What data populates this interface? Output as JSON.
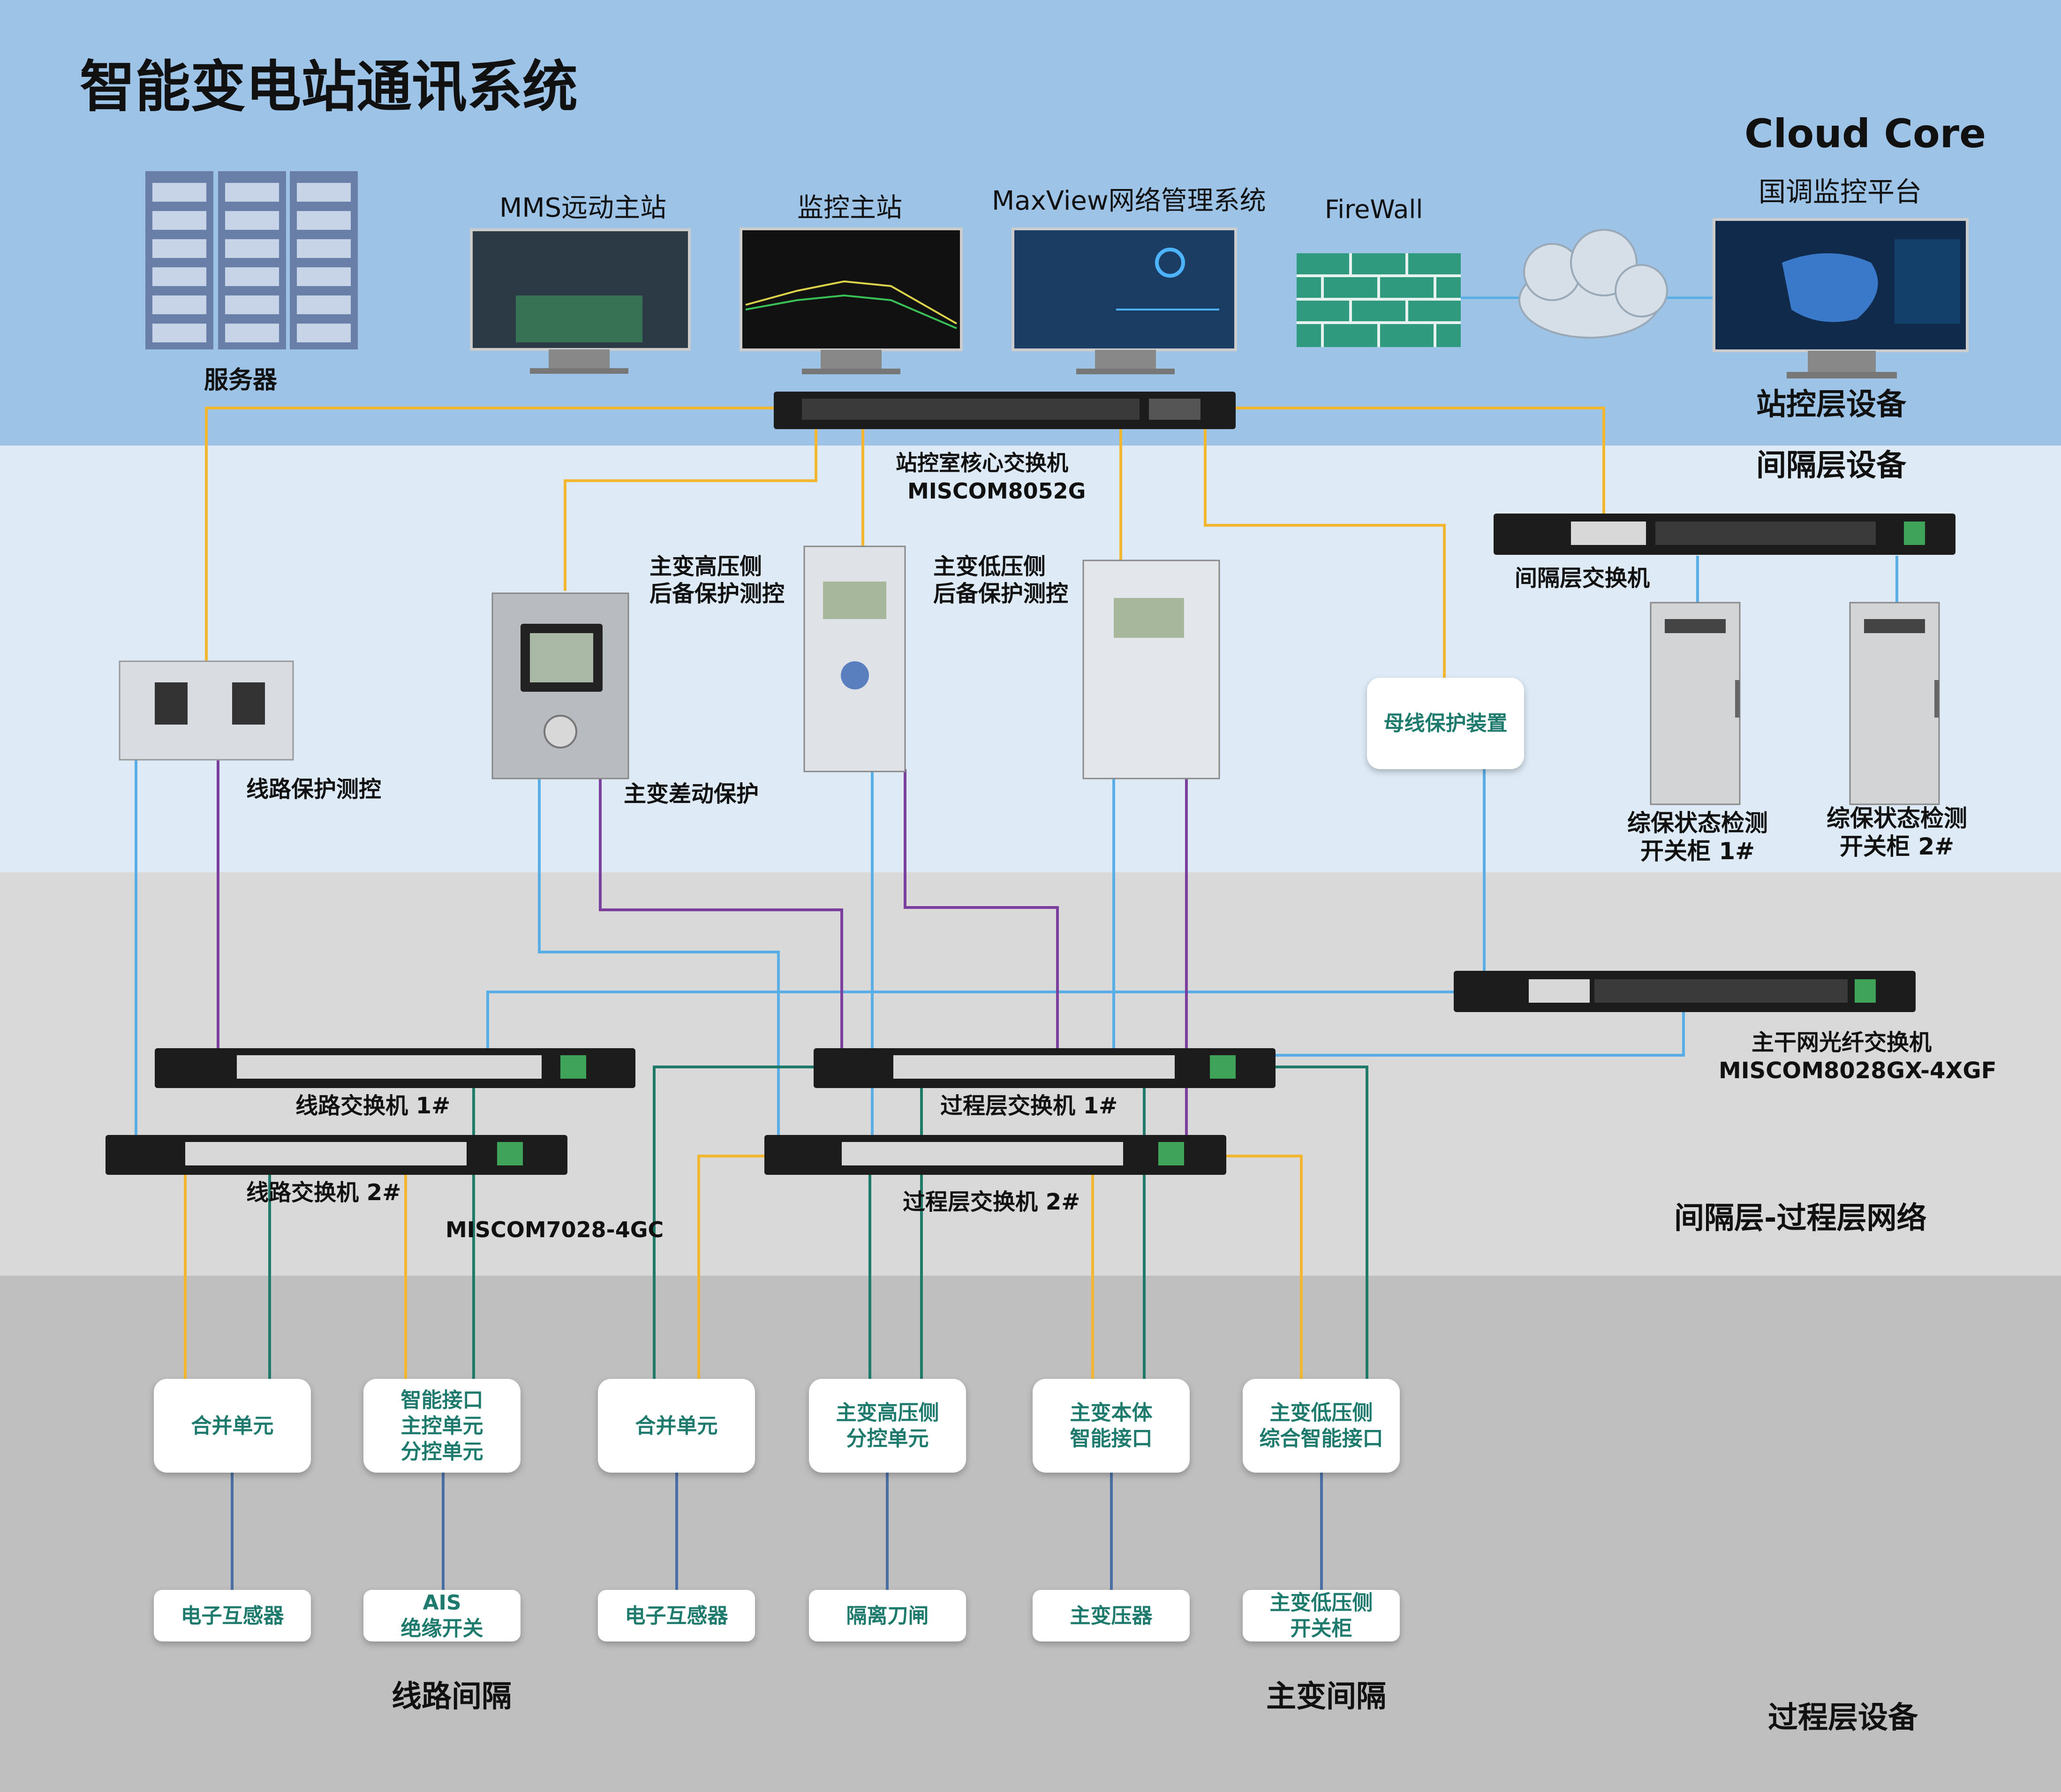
{
  "title": "智能变电站通讯系统",
  "cloud_core": "Cloud Core",
  "layers": {
    "station": "站控层设备",
    "bay": "间隔层设备",
    "network": "间隔层-过程层网络",
    "process": "过程层设备"
  },
  "station_devices": {
    "servers": "服务器",
    "mms": "MMS远动主站",
    "monitor": "监控主站",
    "maxview": "MaxView网络管理系统",
    "firewall": "FireWall",
    "grid_platform": "国调监控平台"
  },
  "core_switch": {
    "name": "站控室核心交换机",
    "model": "MISCOM8052G"
  },
  "bay_switch": "间隔层交换机",
  "bay_devices": {
    "line_protect": "线路保护测控",
    "hv_backup": "主变高压侧\n后备保护测控",
    "lv_backup": "主变低压侧\n后备保护测控",
    "differential": "主变差动保护",
    "busbar": "母线保护装置",
    "cabinet1": "综保状态检测\n开关柜 1#",
    "cabinet2": "综保状态检测\n开关柜 2#"
  },
  "backbone_switch": {
    "name": "主干网光纤交换机",
    "model": "MISCOM8028GX-4XGF"
  },
  "line_switch1": "线路交换机 1#",
  "line_switch2": "线路交换机 2#",
  "line_switch_model": "MISCOM7028-4GC",
  "process_switch1": "过程层交换机 1#",
  "process_switch2": "过程层交换机 2#",
  "process_units": [
    "合并单元",
    "智能接口\n主控单元\n分控单元",
    "合并单元",
    "主变高压侧\n分控单元",
    "主变本体\n智能接口",
    "主变低压侧\n综合智能接口"
  ],
  "field_devices": [
    "电子互感器",
    "AIS\n绝缘开关",
    "电子互感器",
    "隔离刀闸",
    "主变压器",
    "主变低压侧\n开关柜"
  ],
  "bay_groups": {
    "line": "线路间隔",
    "transformer": "主变间隔"
  },
  "colors": {
    "band_station": "#9dc3e6",
    "band_bay": "#deebf7",
    "band_network": "#d9d9d9",
    "band_process": "#bfbfbf",
    "wire_yellow": "#f2b630",
    "wire_blue": "#5aaee6",
    "wire_purple": "#7b3f9e",
    "wire_green": "#1f7a6a",
    "wire_steel": "#4a6fa5",
    "accent_text": "#1e7a6c"
  }
}
